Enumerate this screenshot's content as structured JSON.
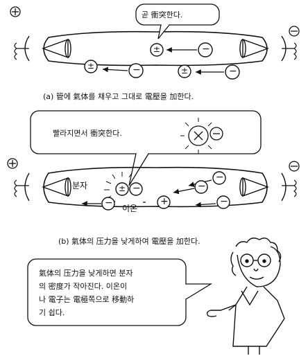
{
  "figure_a": {
    "bubble": "곧 衝突한다.",
    "caption": "(a) 管에 氣体를 채우고 그대로 電壓을 加한다."
  },
  "figure_b": {
    "bubble": "빨라지면서 衝突한다.",
    "label_molecule": "분자",
    "label_ion": "이온",
    "caption": "(b) 氣体의 压力을 낮게하여 電壓을 加한다."
  },
  "explanation": {
    "lines": [
      "氣体의 压力을 낮게하면 분자",
      "의 密度가 작아진다. 이온이",
      "나 電子는 電極쪽으로 移動하",
      "기 쉽다."
    ]
  },
  "symbols": {
    "positive_terminal": "⊕",
    "negative_terminal": "⊖",
    "ion": "±",
    "electron": "−",
    "plus": "+"
  }
}
